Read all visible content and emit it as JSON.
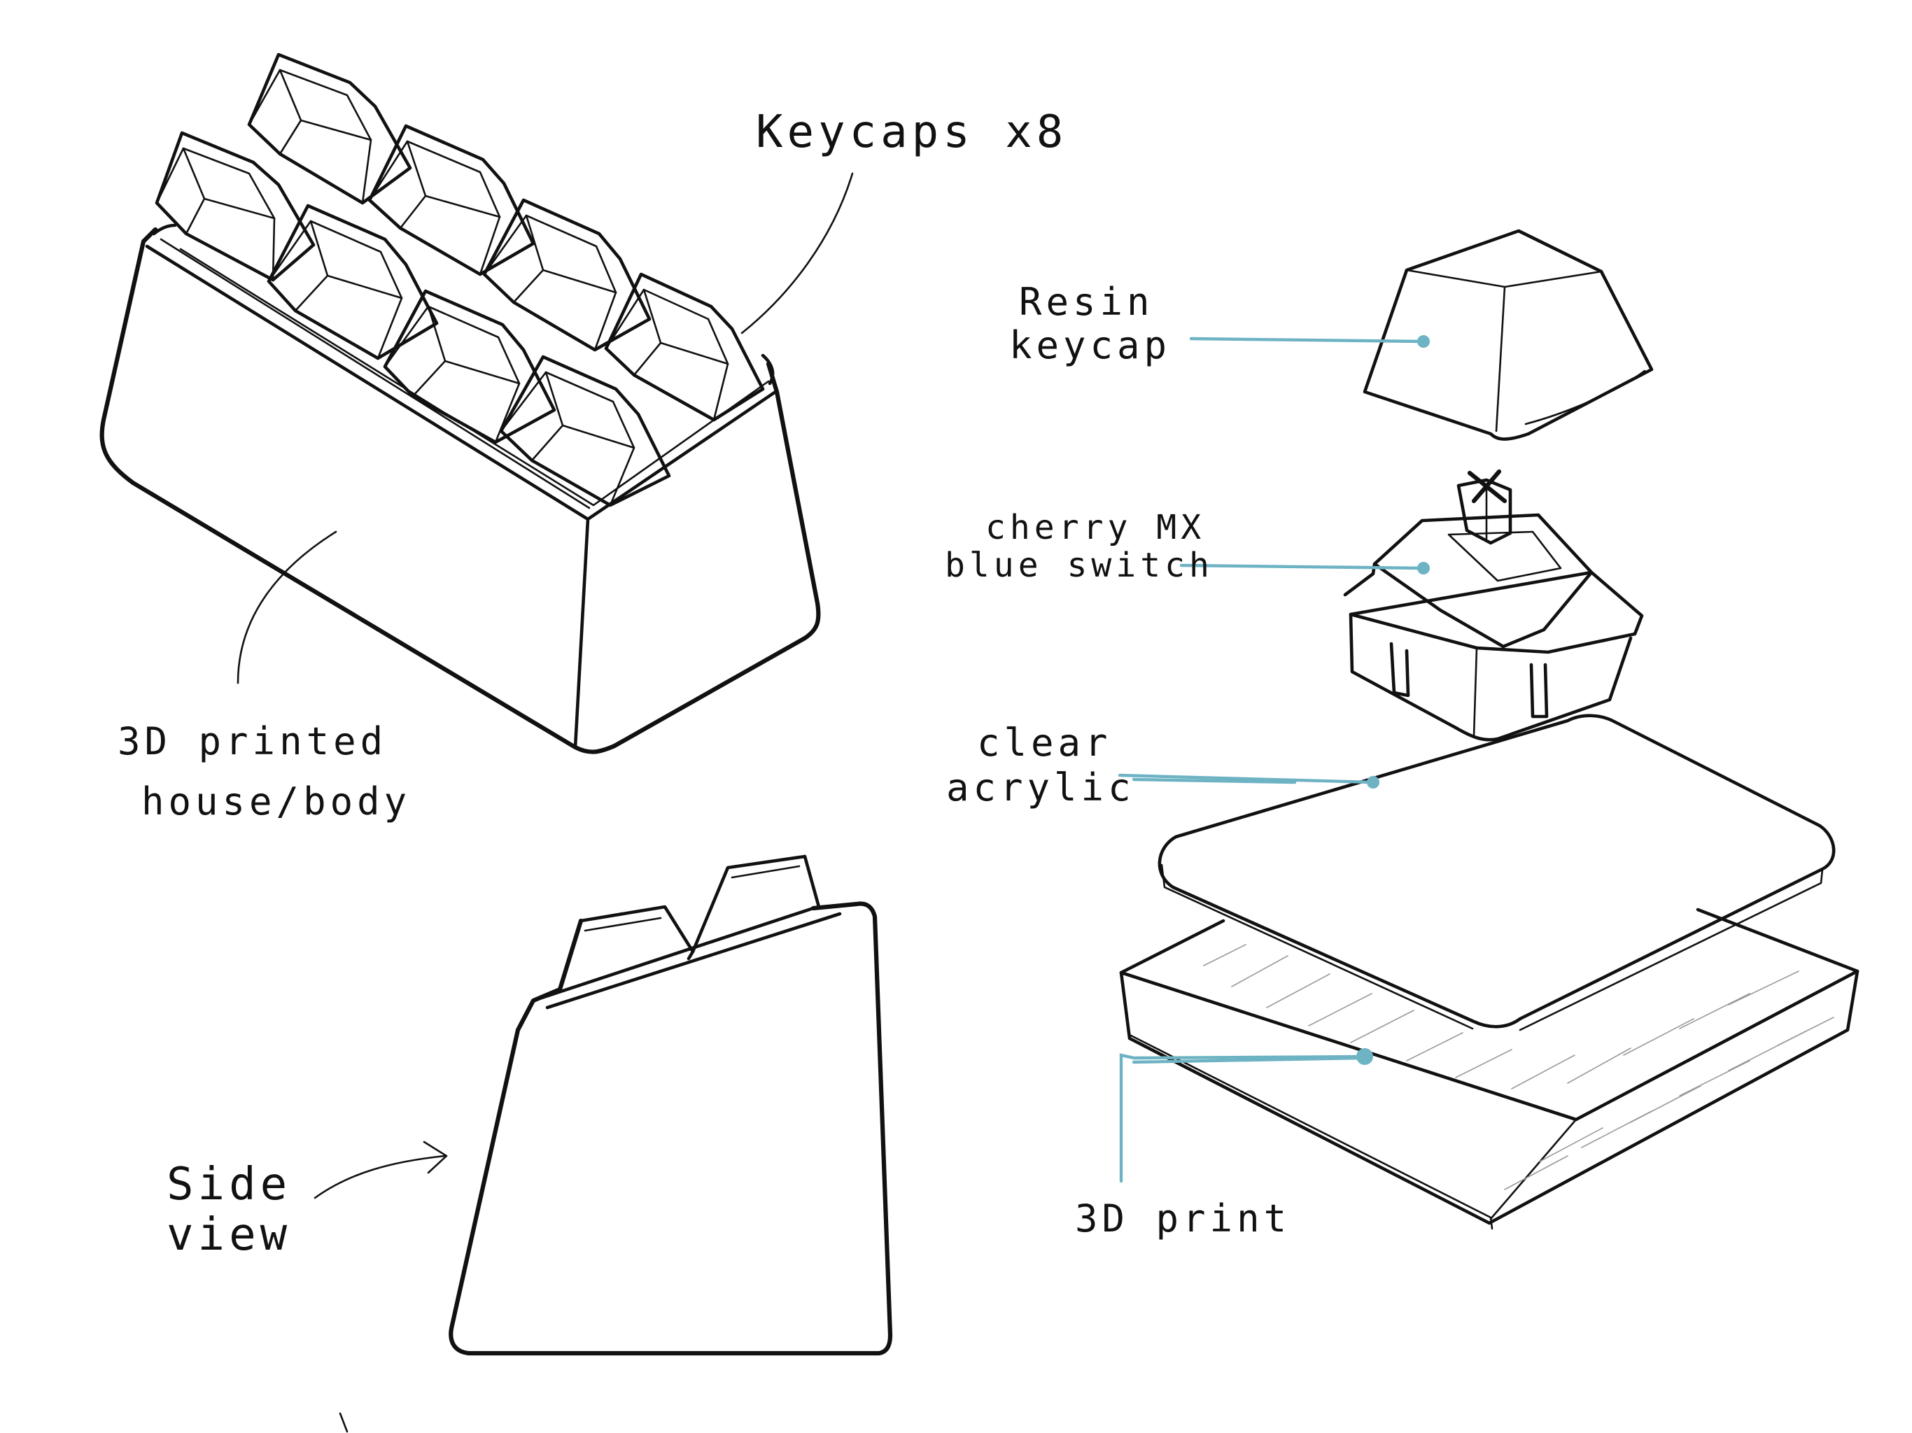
{
  "labels": {
    "keycaps": "Keycaps x8",
    "resin_keycap_line1": "Resin",
    "resin_keycap_line2": "keycap",
    "switch_line1": "cherry MX",
    "switch_line2": "blue switch",
    "body_line1": "3D printed",
    "body_line2": "house/body",
    "acrylic_line1": "clear",
    "acrylic_line2": "acrylic",
    "print": "3D print",
    "side_view_line1": "Side",
    "side_view_line2": "view"
  },
  "colors": {
    "ink": "#111111",
    "leader": "#6db3c4",
    "background": "#ffffff"
  }
}
